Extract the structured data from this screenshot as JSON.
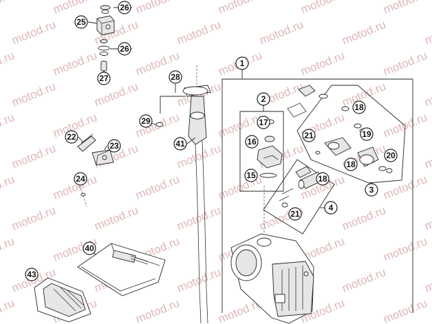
{
  "watermark": "motod.ru",
  "callouts": [
    {
      "id": "1",
      "label": "1"
    },
    {
      "id": "2",
      "label": "2"
    },
    {
      "id": "3",
      "label": "3"
    },
    {
      "id": "4",
      "label": "4"
    },
    {
      "id": "15",
      "label": "15"
    },
    {
      "id": "16",
      "label": "16"
    },
    {
      "id": "17",
      "label": "17"
    },
    {
      "id": "18a",
      "label": "18"
    },
    {
      "id": "18b",
      "label": "18"
    },
    {
      "id": "18c",
      "label": "18"
    },
    {
      "id": "19",
      "label": "19"
    },
    {
      "id": "20",
      "label": "20"
    },
    {
      "id": "21a",
      "label": "21"
    },
    {
      "id": "21b",
      "label": "21"
    },
    {
      "id": "22",
      "label": "22"
    },
    {
      "id": "23",
      "label": "23"
    },
    {
      "id": "24",
      "label": "24"
    },
    {
      "id": "25",
      "label": "25"
    },
    {
      "id": "26a",
      "label": "26"
    },
    {
      "id": "26b",
      "label": "26"
    },
    {
      "id": "27",
      "label": "27"
    },
    {
      "id": "28",
      "label": "28"
    },
    {
      "id": "29",
      "label": "29"
    },
    {
      "id": "40",
      "label": "40"
    },
    {
      "id": "41",
      "label": "41"
    },
    {
      "id": "43",
      "label": "43"
    }
  ]
}
